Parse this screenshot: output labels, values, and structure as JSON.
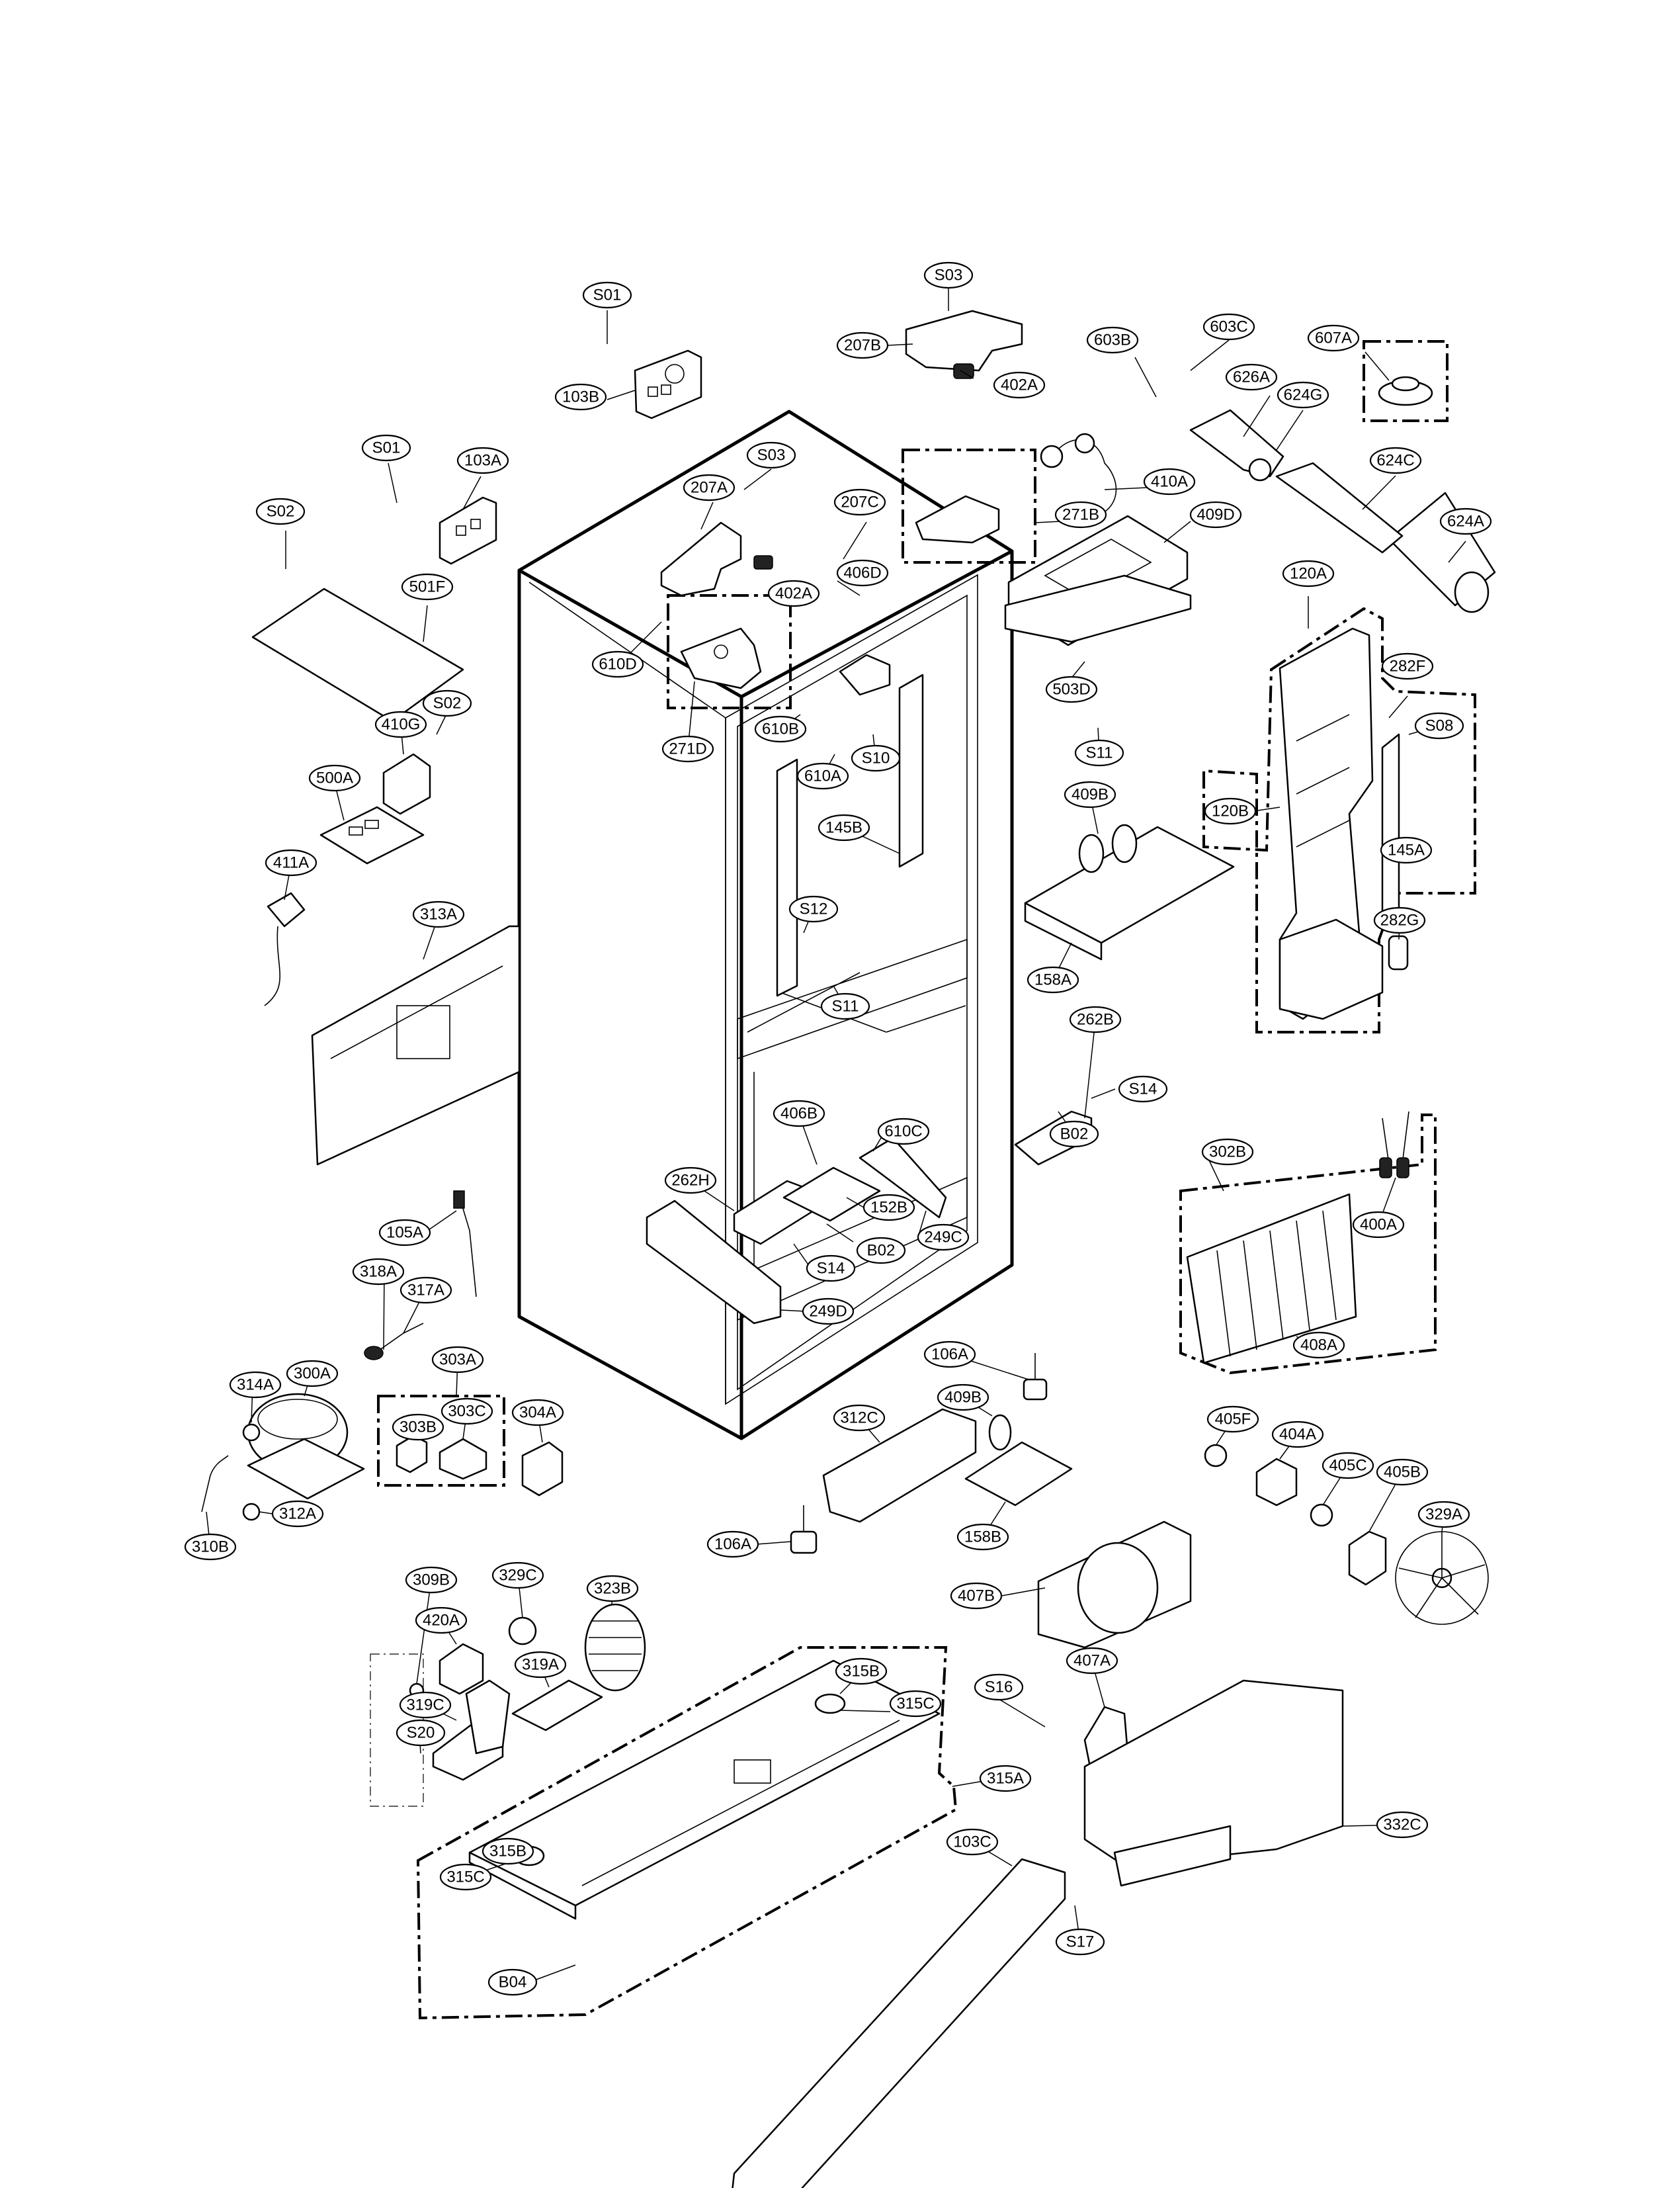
{
  "callouts": [
    {
      "id": "S03",
      "label": "S03"
    },
    {
      "id": "S01-top",
      "label": "S01"
    },
    {
      "id": "207B",
      "label": "207B"
    },
    {
      "id": "402A-top",
      "label": "402A"
    },
    {
      "id": "603B",
      "label": "603B"
    },
    {
      "id": "603C",
      "label": "603C"
    },
    {
      "id": "607A",
      "label": "607A"
    },
    {
      "id": "103B",
      "label": "103B"
    },
    {
      "id": "626A",
      "label": "626A"
    },
    {
      "id": "624G",
      "label": "624G"
    },
    {
      "id": "S01",
      "label": "S01"
    },
    {
      "id": "103A",
      "label": "103A"
    },
    {
      "id": "S03-mid",
      "label": "S03"
    },
    {
      "id": "207A",
      "label": "207A"
    },
    {
      "id": "207C",
      "label": "207C"
    },
    {
      "id": "410A",
      "label": "410A"
    },
    {
      "id": "624C",
      "label": "624C"
    },
    {
      "id": "S02",
      "label": "S02"
    },
    {
      "id": "271B",
      "label": "271B"
    },
    {
      "id": "409D",
      "label": "409D"
    },
    {
      "id": "624A",
      "label": "624A"
    },
    {
      "id": "406D",
      "label": "406D"
    },
    {
      "id": "402A",
      "label": "402A"
    },
    {
      "id": "120A",
      "label": "120A"
    },
    {
      "id": "501F",
      "label": "501F"
    },
    {
      "id": "610D",
      "label": "610D"
    },
    {
      "id": "282F",
      "label": "282F"
    },
    {
      "id": "503D",
      "label": "503D"
    },
    {
      "id": "S02-b",
      "label": "S02"
    },
    {
      "id": "S08",
      "label": "S08"
    },
    {
      "id": "410G",
      "label": "410G"
    },
    {
      "id": "610B",
      "label": "610B"
    },
    {
      "id": "S11-top",
      "label": "S11"
    },
    {
      "id": "271D",
      "label": "271D"
    },
    {
      "id": "S10",
      "label": "S10"
    },
    {
      "id": "500A",
      "label": "500A"
    },
    {
      "id": "610A",
      "label": "610A"
    },
    {
      "id": "409B",
      "label": "409B"
    },
    {
      "id": "120B",
      "label": "120B"
    },
    {
      "id": "145B",
      "label": "145B"
    },
    {
      "id": "145A",
      "label": "145A"
    },
    {
      "id": "411A",
      "label": "411A"
    },
    {
      "id": "313A",
      "label": "313A"
    },
    {
      "id": "S12",
      "label": "S12"
    },
    {
      "id": "282G",
      "label": "282G"
    },
    {
      "id": "158A",
      "label": "158A"
    },
    {
      "id": "S11",
      "label": "S11"
    },
    {
      "id": "262B",
      "label": "262B"
    },
    {
      "id": "S14-r",
      "label": "S14"
    },
    {
      "id": "406B",
      "label": "406B"
    },
    {
      "id": "B02-r",
      "label": "B02"
    },
    {
      "id": "610C",
      "label": "610C"
    },
    {
      "id": "302B",
      "label": "302B"
    },
    {
      "id": "262H",
      "label": "262H"
    },
    {
      "id": "152B",
      "label": "152B"
    },
    {
      "id": "400A",
      "label": "400A"
    },
    {
      "id": "249C",
      "label": "249C"
    },
    {
      "id": "105A",
      "label": "105A"
    },
    {
      "id": "B02",
      "label": "B02"
    },
    {
      "id": "S14",
      "label": "S14"
    },
    {
      "id": "318A",
      "label": "318A"
    },
    {
      "id": "317A",
      "label": "317A"
    },
    {
      "id": "249D",
      "label": "249D"
    },
    {
      "id": "408A",
      "label": "408A"
    },
    {
      "id": "106A-top",
      "label": "106A"
    },
    {
      "id": "303A",
      "label": "303A"
    },
    {
      "id": "314A",
      "label": "314A"
    },
    {
      "id": "300A",
      "label": "300A"
    },
    {
      "id": "409B-b",
      "label": "409B"
    },
    {
      "id": "303C",
      "label": "303C"
    },
    {
      "id": "304A",
      "label": "304A"
    },
    {
      "id": "312C",
      "label": "312C"
    },
    {
      "id": "405F",
      "label": "405F"
    },
    {
      "id": "303B",
      "label": "303B"
    },
    {
      "id": "404A",
      "label": "404A"
    },
    {
      "id": "405C",
      "label": "405C"
    },
    {
      "id": "405B",
      "label": "405B"
    },
    {
      "id": "312A",
      "label": "312A"
    },
    {
      "id": "329A",
      "label": "329A"
    },
    {
      "id": "310B",
      "label": "310B"
    },
    {
      "id": "106A",
      "label": "106A"
    },
    {
      "id": "158B",
      "label": "158B"
    },
    {
      "id": "309B",
      "label": "309B"
    },
    {
      "id": "329C",
      "label": "329C"
    },
    {
      "id": "407B",
      "label": "407B"
    },
    {
      "id": "323B",
      "label": "323B"
    },
    {
      "id": "420A",
      "label": "420A"
    },
    {
      "id": "319A",
      "label": "319A"
    },
    {
      "id": "407A",
      "label": "407A"
    },
    {
      "id": "315B",
      "label": "315B"
    },
    {
      "id": "319C",
      "label": "319C"
    },
    {
      "id": "S16",
      "label": "S16"
    },
    {
      "id": "315C",
      "label": "315C"
    },
    {
      "id": "S20",
      "label": "S20"
    },
    {
      "id": "315A",
      "label": "315A"
    },
    {
      "id": "332C",
      "label": "332C"
    },
    {
      "id": "103C",
      "label": "103C"
    },
    {
      "id": "315B-b",
      "label": "315B"
    },
    {
      "id": "315C-b",
      "label": "315C"
    },
    {
      "id": "S17",
      "label": "S17"
    },
    {
      "id": "B04",
      "label": "B04"
    }
  ]
}
